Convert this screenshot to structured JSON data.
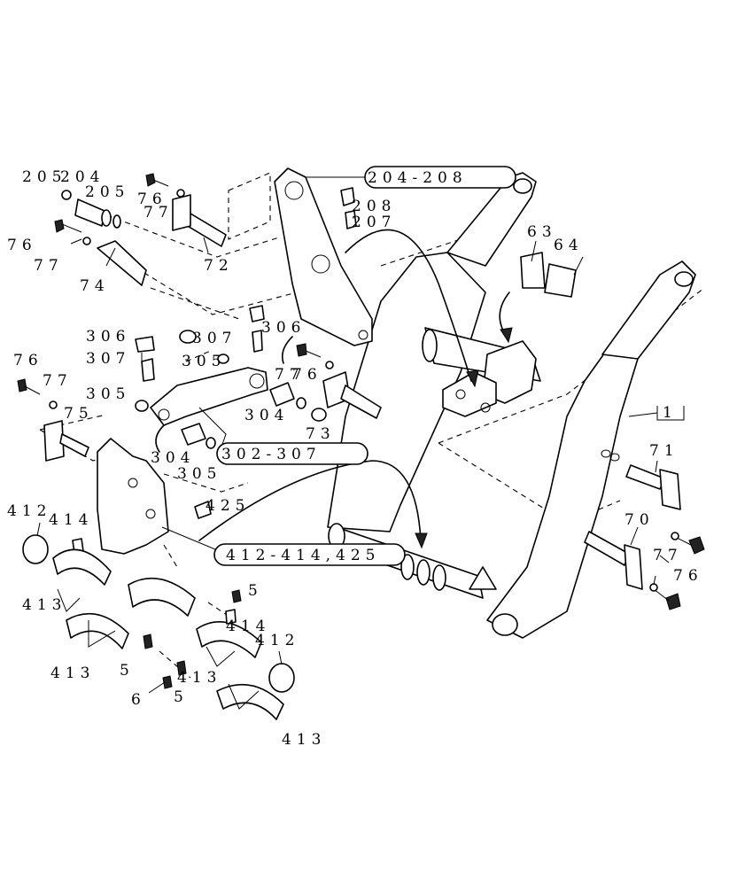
{
  "diagram": {
    "callouts": {
      "range_204_208": "204-208",
      "range_302_307": "302-307",
      "range_412_425": "412-414,425",
      "main_frame": "1"
    },
    "labels": {
      "l_205a": "205",
      "l_204": "204",
      "l_205b": "205",
      "l_76a": "76",
      "l_77a": "77",
      "l_72": "72",
      "l_76b": "76",
      "l_77b": "77",
      "l_74": "74",
      "l_208": "208",
      "l_207": "207",
      "l_63": "63",
      "l_64": "64",
      "l_306a": "306",
      "l_306b": "306",
      "l_307a": "307",
      "l_307b": "307",
      "l_305a": "305",
      "l_305b": "305",
      "l_305c": "305",
      "l_76c": "76",
      "l_77c": "77",
      "l_76d": "76",
      "l_77d": "77",
      "l_75": "75",
      "l_304a": "304",
      "l_304b": "304",
      "l_73": "73",
      "l_71": "71",
      "l_70": "70",
      "l_77e": "77",
      "l_76e": "76",
      "l_425": "425",
      "l_412a": "412",
      "l_414a": "414",
      "l_413a": "413",
      "l_413b": "413",
      "l_5a": "5",
      "l_414b": "414",
      "l_412b": "412",
      "l_413c": "413",
      "l_5b": "5",
      "l_6": "6",
      "l_5c": "5",
      "l_413d": "413"
    }
  }
}
